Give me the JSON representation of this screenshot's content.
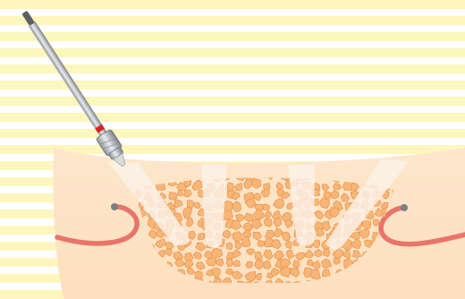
{
  "scene": "dental-implant-osteotomy-illustration",
  "elements": {
    "background": "horizontal-stripes",
    "bone_block": "cross-section",
    "graft": "granular-bone-graft",
    "osteotomy_sites": 4,
    "nerve_canals": 2,
    "instrument": "drill-bit"
  },
  "colors": {
    "stripe": "#fdf6bd",
    "background": "#ffffff",
    "bone": "#fde3c4",
    "bone_edge": "#f7d3ad",
    "graft_fill": "#f8b676",
    "graft_stroke": "#e8904a",
    "channel": "#fbf2e8",
    "nerve": "#e97468",
    "drill_steel": "#b9bcc0",
    "drill_band": "#e02020"
  }
}
